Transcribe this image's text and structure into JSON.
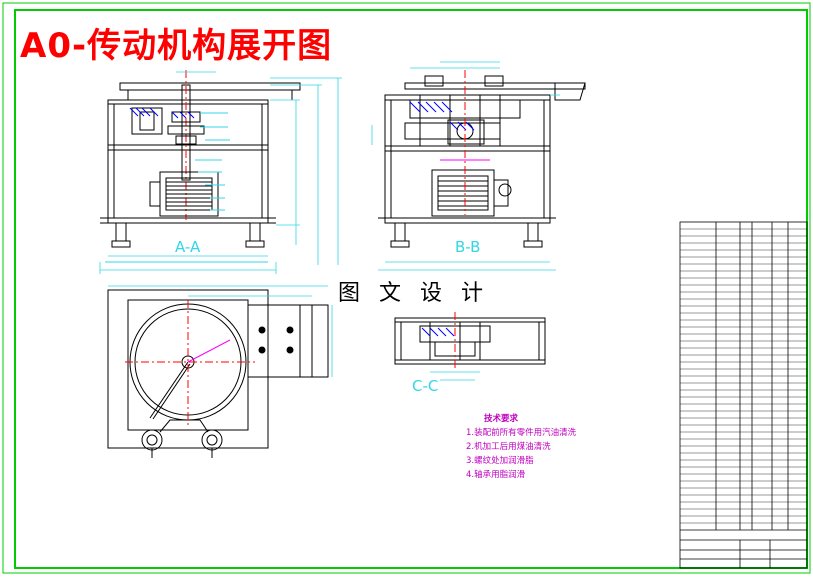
{
  "drawing": {
    "title": "A0-传动机构展开图",
    "watermark": "图 文 设 计",
    "views": {
      "aa": "A-A",
      "bb": "B-B",
      "cc": "C-C"
    },
    "notes": {
      "heading": "技术要求",
      "items": [
        "1.装配前所有零件用汽油清洗",
        "2.机加工后用煤油清洗",
        "3.螺纹处加润滑脂",
        "4.轴承用脂润滑"
      ]
    },
    "colors": {
      "border": "#00cc00",
      "title": "#ff0000",
      "outline": "#000000",
      "dimension": "#33d6e6",
      "centerline": "#ff0000",
      "hatch": "#0000ff",
      "notes": "#c000c0",
      "accent": "#ff00ff"
    }
  }
}
